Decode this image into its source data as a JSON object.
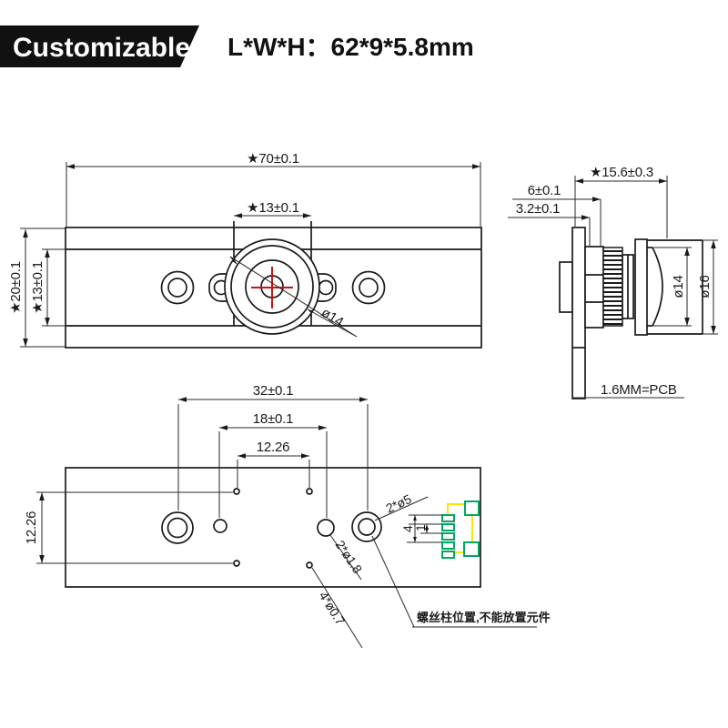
{
  "header": {
    "badge": "Customizable",
    "size_label": "L*W*H：62*9*5.8mm"
  },
  "front_view": {
    "dim_width": "★70±0.1",
    "dim_lens_width": "★13±0.1",
    "dim_height": "★20±0.1",
    "dim_inner_height": "★13±0.1",
    "lens_diameter": "ø14"
  },
  "side_view": {
    "dim_total_height": "★15.6±0.3",
    "dim_holder": "6±0.1",
    "dim_base": "3.2±0.1",
    "lens_diameter": "ø14",
    "housing_diameter": "ø16",
    "pcb_note": "1.6MM=PCB"
  },
  "bottom_view": {
    "dim_hole_span": "32±0.1",
    "dim_pin_span": "18±0.1",
    "dim_small_span": "12.26",
    "dim_vertical_span": "12.26",
    "label_screw_holes": "2*ø5",
    "label_pin_holes": "2*ø1.8",
    "label_micro_holes": "4*ø0.7",
    "dim_pad_group": "4",
    "dim_pad_pitch": "1",
    "keep_out_note": "螺丝柱位置,不能放置元件"
  },
  "colors": {
    "line": "#1a1a1a",
    "crosshair_red": "#cc1111",
    "pad_green": "#00a862",
    "wire_yellow": "#ffe400",
    "banner_black": "#111111"
  }
}
